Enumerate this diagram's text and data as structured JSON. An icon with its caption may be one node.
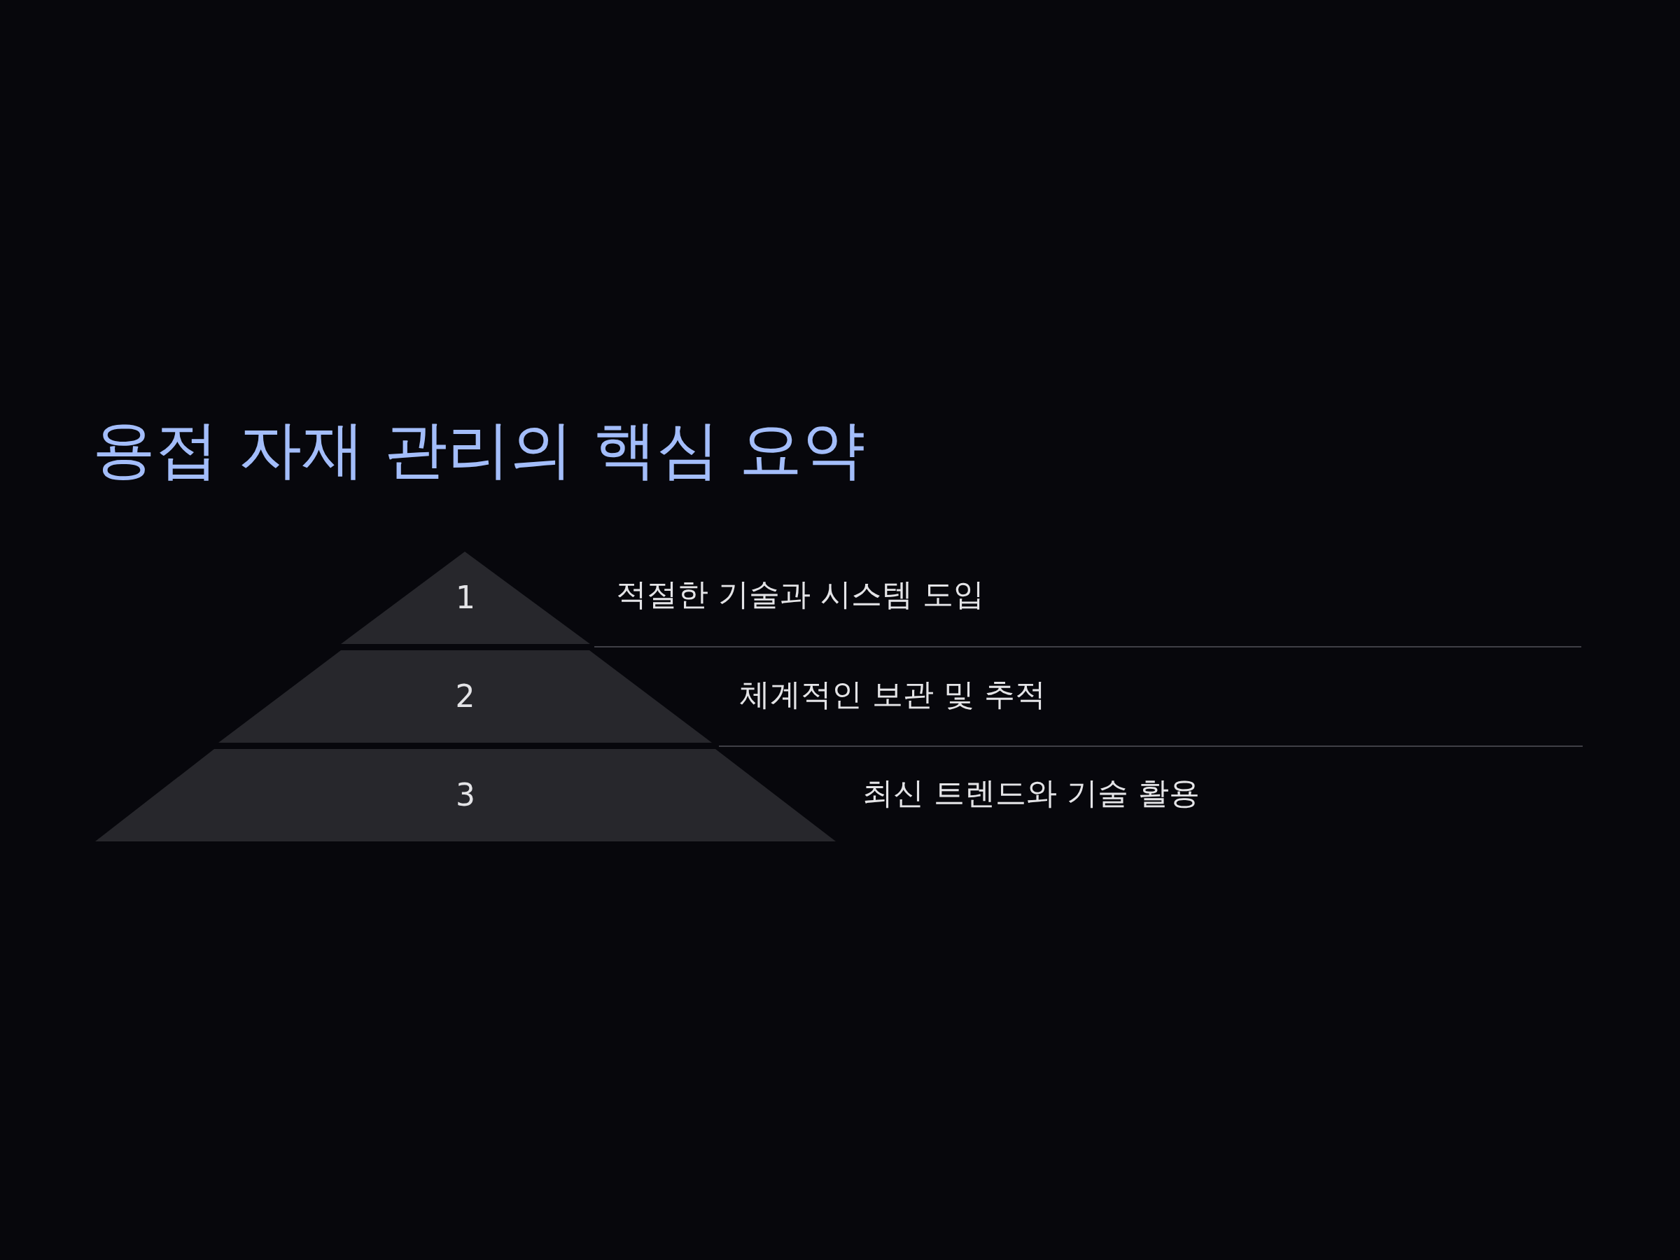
{
  "diagram": {
    "title": "용접 자재 관리의 핵심 요약",
    "nodes": [
      {
        "text": [
          "1"
        ],
        "beside": [
          "적절한 기술과 시스템 도입"
        ]
      },
      {
        "text": [
          "2"
        ],
        "beside": [
          "체계적인 보관 및 추적"
        ]
      },
      {
        "text": [
          "3"
        ],
        "beside": [
          "최신 트렌드와 기술 활용"
        ]
      }
    ]
  }
}
